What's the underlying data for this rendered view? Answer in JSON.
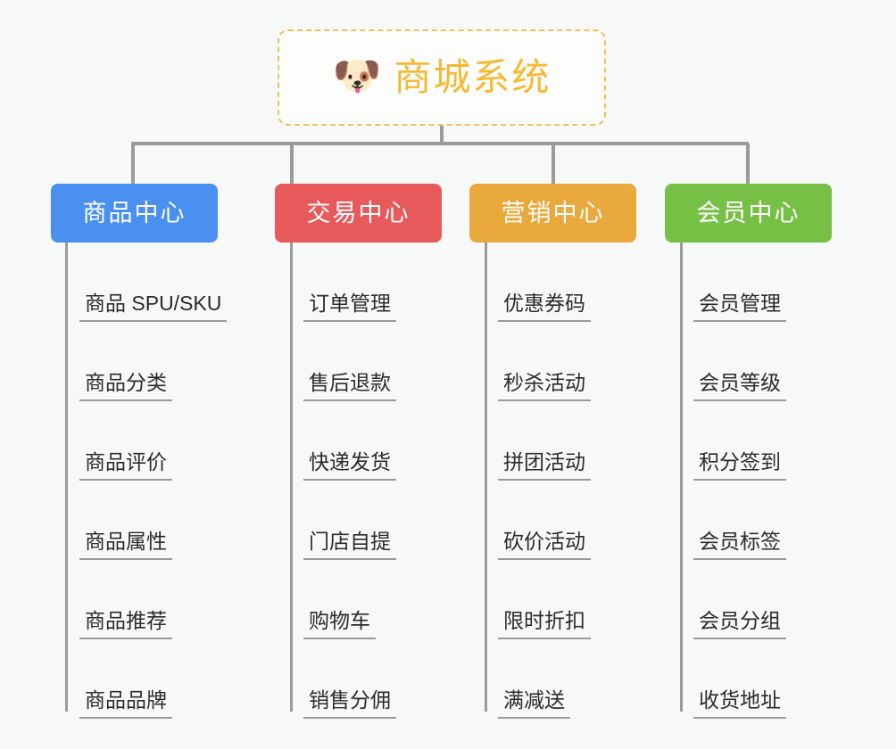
{
  "page": {
    "background_color": "#f7f8f8",
    "line_color": "#9a9a9a",
    "text_color": "#2b2b2b"
  },
  "root": {
    "icon": "🐶",
    "icon_name": "shiba-dog-face-icon",
    "title": "商城系统",
    "title_color": "#f5b932",
    "border_color": "#f0c05a",
    "border_style": "dashed"
  },
  "columns": [
    {
      "id": "product-center",
      "label": "商品中心",
      "color": "#4a90f0",
      "items": [
        {
          "label": "商品 SPU/SKU"
        },
        {
          "label": "商品分类"
        },
        {
          "label": "商品评价"
        },
        {
          "label": "商品属性"
        },
        {
          "label": "商品推荐"
        },
        {
          "label": "商品品牌"
        }
      ]
    },
    {
      "id": "trade-center",
      "label": "交易中心",
      "color": "#e8595b",
      "items": [
        {
          "label": "订单管理"
        },
        {
          "label": "售后退款"
        },
        {
          "label": "快递发货"
        },
        {
          "label": "门店自提"
        },
        {
          "label": "购物车"
        },
        {
          "label": "销售分佣"
        }
      ]
    },
    {
      "id": "marketing-center",
      "label": "营销中心",
      "color": "#eaa93c",
      "items": [
        {
          "label": "优惠券码"
        },
        {
          "label": "秒杀活动"
        },
        {
          "label": "拼团活动"
        },
        {
          "label": "砍价活动"
        },
        {
          "label": "限时折扣"
        },
        {
          "label": "满减送"
        }
      ]
    },
    {
      "id": "member-center",
      "label": "会员中心",
      "color": "#76c046",
      "items": [
        {
          "label": "会员管理"
        },
        {
          "label": "会员等级"
        },
        {
          "label": "积分签到"
        },
        {
          "label": "会员标签"
        },
        {
          "label": "会员分组"
        },
        {
          "label": "收货地址"
        }
      ]
    }
  ]
}
